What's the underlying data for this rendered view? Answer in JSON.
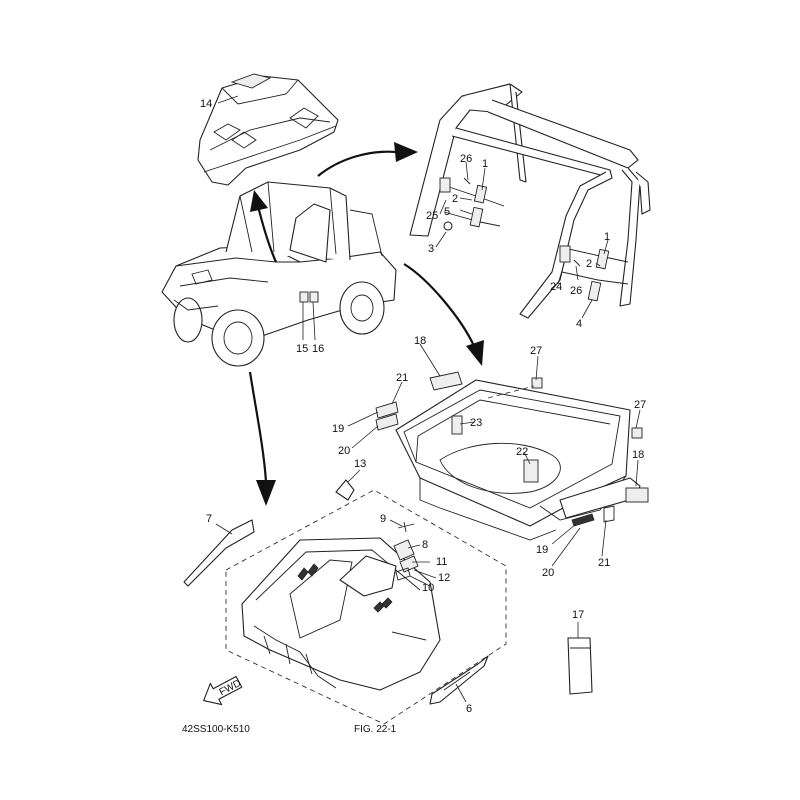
{
  "diagram": {
    "catalog_code": "42SS100-K510",
    "figure_ref": "FIG. 22-1",
    "fwd_marker": "FWD",
    "callouts": {
      "c1a": "1",
      "c1b": "1",
      "c2a": "2",
      "c2b": "2",
      "c3": "3",
      "c4": "4",
      "c5": "5",
      "c6": "6",
      "c7": "7",
      "c8": "8",
      "c9": "9",
      "c10": "10",
      "c11": "11",
      "c12": "12",
      "c13": "13",
      "c14": "14",
      "c15": "15",
      "c16": "16",
      "c17": "17",
      "c18a": "18",
      "c18b": "18",
      "c19a": "19",
      "c19b": "19",
      "c20a": "20",
      "c20b": "20",
      "c21a": "21",
      "c21b": "21",
      "c22": "22",
      "c23": "23",
      "c24": "24",
      "c25": "25",
      "c26a": "26",
      "c26b": "26",
      "c27a": "27",
      "c27b": "27"
    }
  }
}
